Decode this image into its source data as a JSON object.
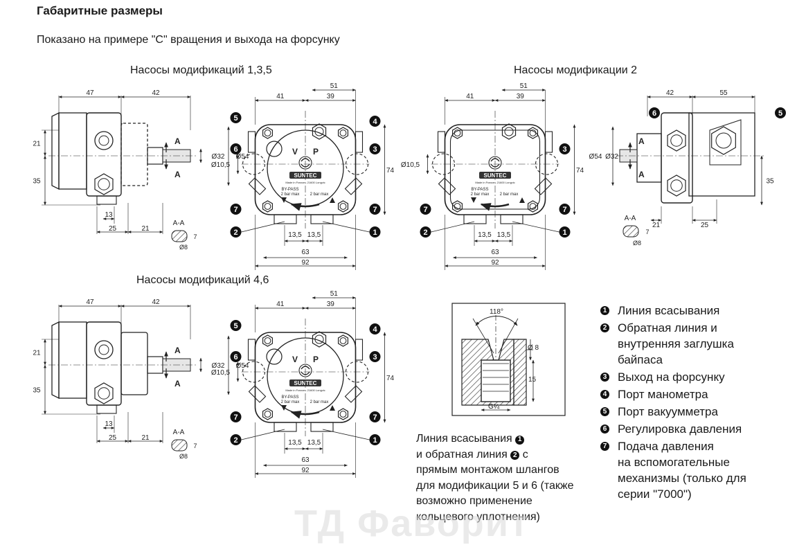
{
  "header": {
    "title": "Габаритные размеры",
    "subtitle": "Показано на примере \"C\" вращения и выхода на форсунку"
  },
  "sections": {
    "mod135": "Насосы модификаций 1,3,5",
    "mod2": "Насосы модификации 2",
    "mod46": "Насосы модификаций 4,6"
  },
  "dims": {
    "d47": "47",
    "d42": "42",
    "d41": "41",
    "d39": "39",
    "d51": "51",
    "d21": "21",
    "d35": "35",
    "d25": "25",
    "d13": "13",
    "d55": "55",
    "d74": "74",
    "d63": "63",
    "d92": "92",
    "d135": "13,5",
    "d32": "Ø32",
    "d54": "Ø54",
    "d105": "Ø10,5",
    "d7": "7",
    "d8": "Ø8",
    "aa": "A-A",
    "a": "A",
    "angle": "118°",
    "o8": "Ø 8",
    "d15": "15",
    "g14": "G¼"
  },
  "pump_face": {
    "v": "V",
    "p": "P",
    "brand": "SUNTEC",
    "made": "Made in France - 21600 Longvic",
    "bypass": "BY-PASS",
    "bar": "2 bar max"
  },
  "callouts": [
    "1",
    "2",
    "3",
    "4",
    "5",
    "6",
    "7"
  ],
  "legend": [
    {
      "num": "1",
      "text": "Линия всасывания"
    },
    {
      "num": "2",
      "text": "Обратная линия и\nвнутренняя заглушка\nбайпаса"
    },
    {
      "num": "3",
      "text": "Выход на форсунку"
    },
    {
      "num": "4",
      "text": "Порт манометра"
    },
    {
      "num": "5",
      "text": "Порт вакуумметра"
    },
    {
      "num": "6",
      "text": "Регулировка давления"
    },
    {
      "num": "7",
      "text": "Подача давления\nна вспомогательные\nмеханизмы (только для\nсерии \"7000\")"
    }
  ],
  "note": {
    "line1": "Линия всасывания",
    "num1": "1",
    "line2a": "и обратная линия",
    "num2": "2",
    "line2b": "с",
    "rest": [
      "прямым монтажом шлангов",
      "для модификации 5 и 6 (также",
      "возможно применение",
      "кольцевого уплотнения)"
    ]
  },
  "watermark": "ТД Фаворит"
}
